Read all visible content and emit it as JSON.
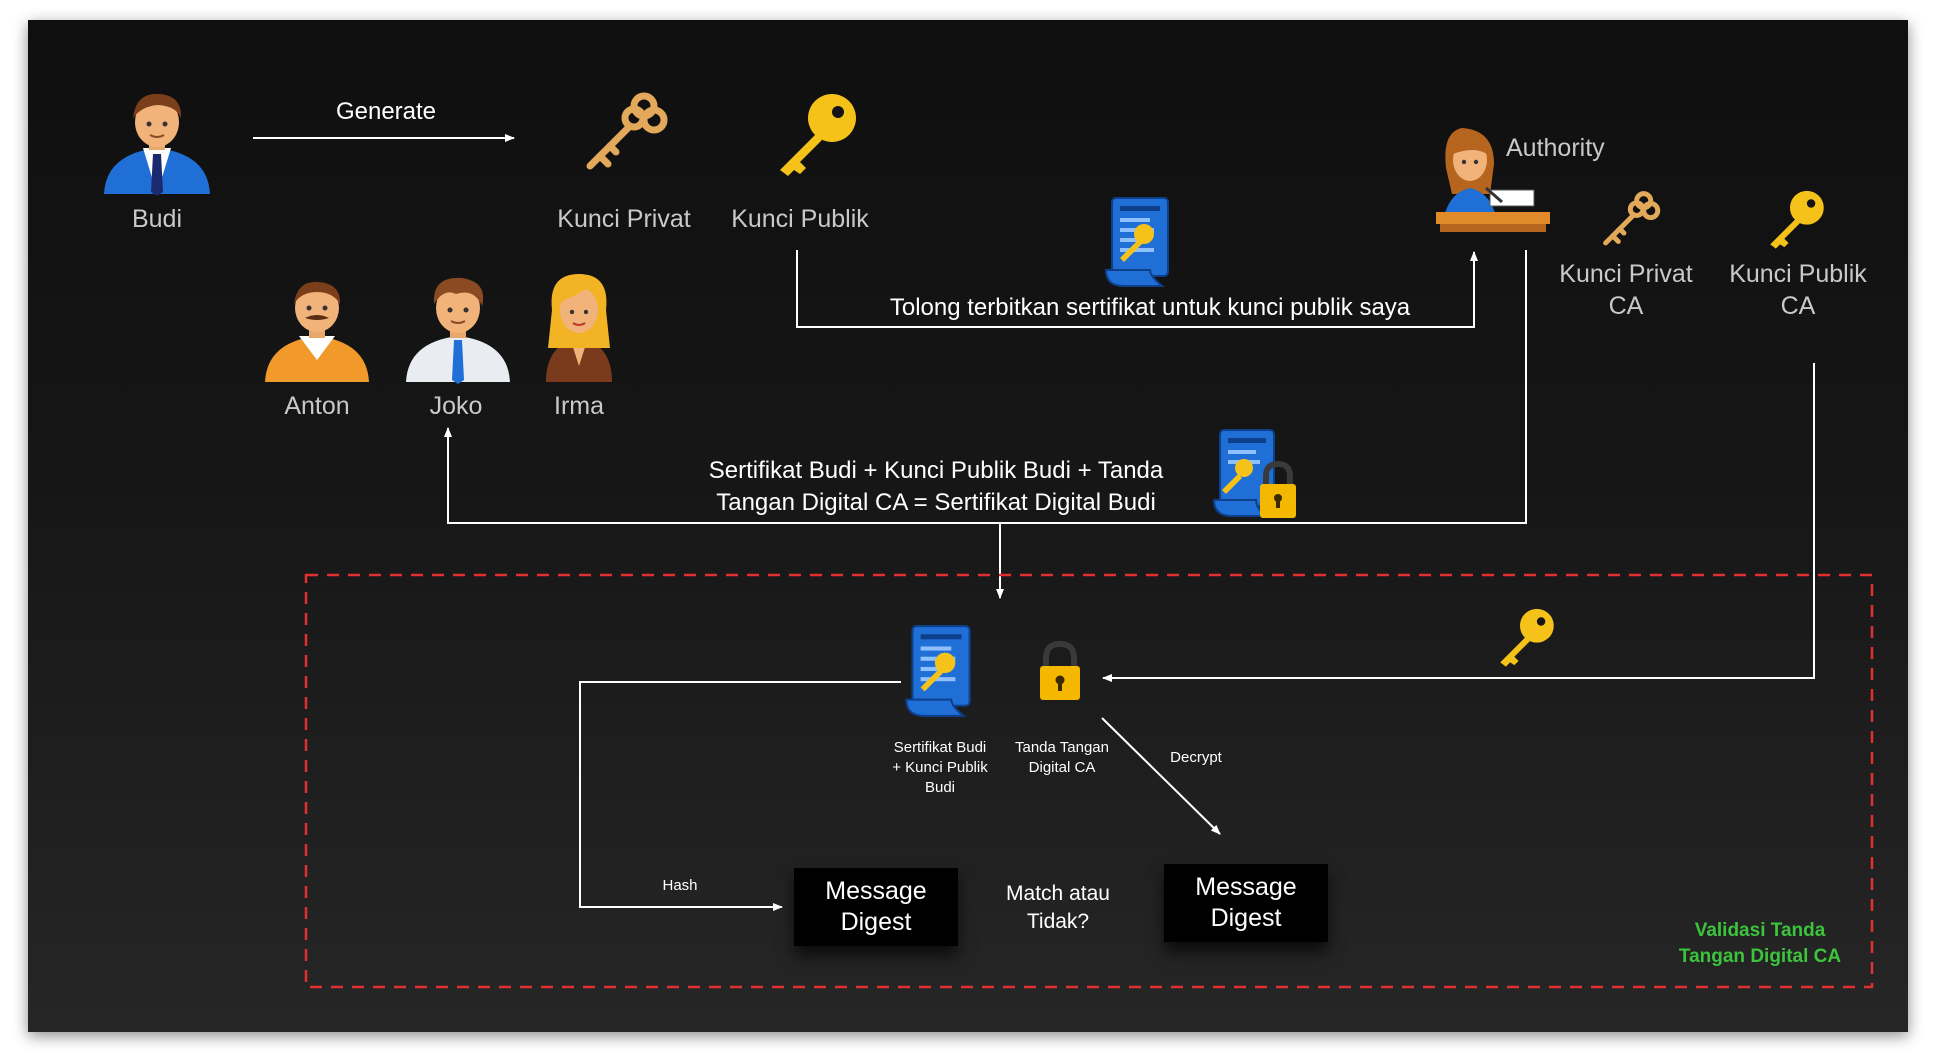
{
  "actors": {
    "budi": "Budi",
    "anton": "Anton",
    "joko": "Joko",
    "irma": "Irma",
    "authority": "Authority"
  },
  "keys": {
    "private": "Kunci Privat",
    "public": "Kunci Publik",
    "private_ca_line1": "Kunci Privat",
    "private_ca_line2": "CA",
    "public_ca_line1": "Kunci Publik",
    "public_ca_line2": "CA"
  },
  "arrows": {
    "generate": "Generate",
    "request": "Tolong terbitkan sertifikat untuk kunci publik saya",
    "hash": "Hash",
    "decrypt": "Decrypt"
  },
  "certificate": {
    "line1": "Sertifikat Budi + Kunci Publik Budi  + Tanda",
    "line2": "Tangan Digital CA = Sertifikat Digital Budi"
  },
  "validation": {
    "cert_label": [
      "Sertifikat Budi",
      "+ Kunci Publik",
      "Budi"
    ],
    "signature_label": [
      "Tanda Tangan",
      "Digital CA"
    ],
    "digest_left": [
      "Message",
      "Digest"
    ],
    "digest_right": [
      "Message",
      "Digest"
    ],
    "match": [
      "Match atau",
      "Tidak?"
    ],
    "section_title": [
      "Validasi Tanda",
      "Tangan Digital CA"
    ]
  },
  "colors": {
    "background": "#141414",
    "label_gray": "#c9c9c9",
    "connector": "#ffffff",
    "dashed_border": "#e03030",
    "section_title": "#3cc43c",
    "key_gold": "#f5c21a",
    "key_bronze": "#e3a95a",
    "document_blue": "#1f6fd6",
    "lock_yellow": "#f5b800"
  }
}
